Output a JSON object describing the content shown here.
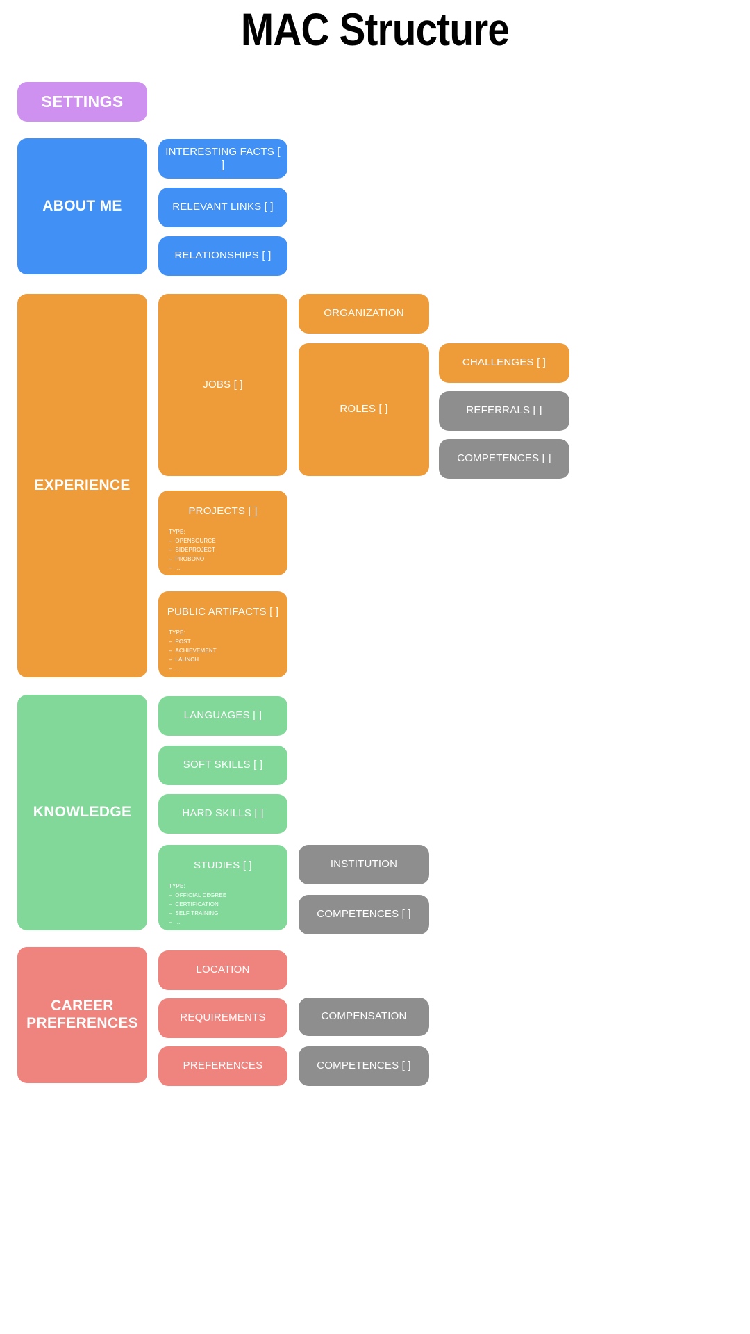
{
  "title": "MAC Structure",
  "palette": {
    "purple": "#CE91EF",
    "blue": "#4190F5",
    "orange": "#EE9B3A",
    "green": "#81D899",
    "salmon": "#EF837D",
    "grey": "#8E8E8E",
    "text": "#FFFFFF",
    "title_color": "#000000",
    "background": "#FFFFFF"
  },
  "sections": {
    "settings": {
      "label": "SETTINGS"
    },
    "about_me": {
      "label": "ABOUT ME",
      "children": [
        {
          "label": "INTERESTING FACTS [ ]"
        },
        {
          "label": "RELEVANT LINKS [ ]"
        },
        {
          "label": "RELATIONSHIPS [ ]"
        }
      ]
    },
    "experience": {
      "label": "EXPERIENCE",
      "jobs": {
        "label": "JOBS [ ]"
      },
      "organization": {
        "label": "ORGANIZATION"
      },
      "roles": {
        "label": "ROLES [ ]"
      },
      "challenges": {
        "label": "CHALLENGES [ ]"
      },
      "referrals": {
        "label": "REFERRALS [ ]"
      },
      "competences": {
        "label": "COMPETENCES [ ]"
      },
      "projects": {
        "label": "PROJECTS [ ]",
        "type_header": "TYPE:",
        "types": [
          "OPENSOURCE",
          "SIDEPROJECT",
          "PROBONO",
          "..."
        ]
      },
      "public_artifacts": {
        "label": "PUBLIC ARTIFACTS [ ]",
        "type_header": "TYPE:",
        "types": [
          "POST",
          "ACHIEVEMENT",
          "LAUNCH",
          "..."
        ]
      }
    },
    "knowledge": {
      "label": "KNOWLEDGE",
      "children": [
        {
          "label": "LANGUAGES [ ]"
        },
        {
          "label": "SOFT SKILLS [ ]"
        },
        {
          "label": "HARD SKILLS [ ]"
        }
      ],
      "studies": {
        "label": "STUDIES [ ]",
        "type_header": "TYPE:",
        "types": [
          "OFFICIAL DEGREE",
          "CERTIFICATION",
          "SELF TRAINING",
          "..."
        ]
      },
      "institution": {
        "label": "INSTITUTION"
      },
      "competences": {
        "label": "COMPETENCES [ ]"
      }
    },
    "career_preferences": {
      "label_line1": "CAREER",
      "label_line2": "PREFERENCES",
      "location": {
        "label": "LOCATION"
      },
      "requirements": {
        "label": "REQUIREMENTS"
      },
      "preferences": {
        "label": "PREFERENCES"
      },
      "compensation": {
        "label": "COMPENSATION"
      },
      "competences": {
        "label": "COMPETENCES [ ]"
      }
    }
  }
}
